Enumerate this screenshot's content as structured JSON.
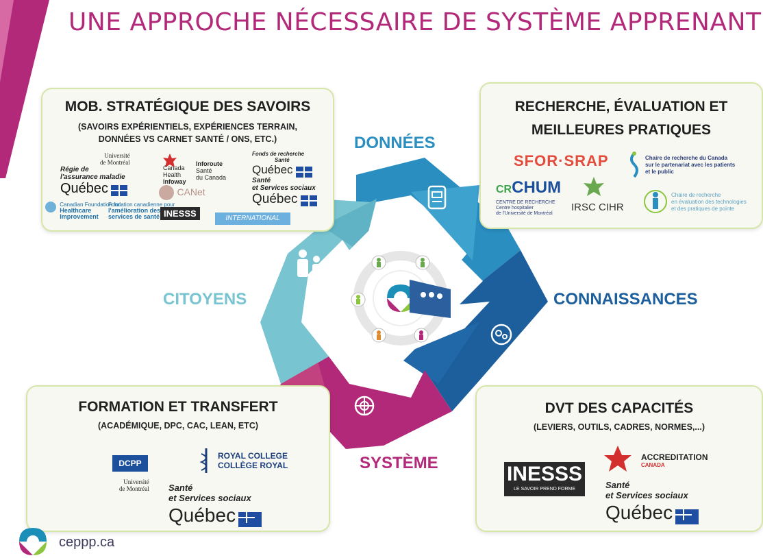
{
  "title": "UNE APPROCHE NÉCESSAIRE DE SYSTÈME APPRENANT",
  "colors": {
    "magenta": "#b3297a",
    "teal": "#62b6c6",
    "blue": "#1f77b4",
    "darkblue": "#1c5f9c",
    "green_border": "#d6e6a8"
  },
  "cycle": {
    "donnees": "DONNÉES",
    "connaissances": "CONNAISSANCES",
    "systeme": "SYSTÈME",
    "citoyens": "CITOYENS"
  },
  "panels": {
    "mob": {
      "heading": "MOB. STRATÉGIQUE DES SAVOIRS",
      "sub1": "(SAVOIRS EXPÉRIENTIELS, EXPÉRIENCES TERRAIN,",
      "sub2": "DONNÉES VS CARNET SANTÉ / ONS, ETC.)",
      "logos": {
        "udem1": "Université",
        "udem2": "de Montréal",
        "ramq1": "Régie de",
        "ramq2": "l'assurance maladie",
        "quebec": "Québec",
        "chi1": "Canada",
        "chi2": "Health",
        "chi3": "Infoway",
        "inf1": "Inforoute",
        "inf2": "Santé",
        "inf3": "du Canada",
        "frqs1": "Fonds de recherche",
        "frqs2": "Santé",
        "canet": "CANet",
        "msss1": "Santé",
        "msss2": "et Services sociaux",
        "cfhi1": "Canadian Foundation for",
        "cfhi2": "Healthcare",
        "cfhi3": "Improvement",
        "fcass1": "Fondation canadienne pour",
        "fcass2": "l'amélioration des",
        "fcass3": "services de santé",
        "inesss": "INESSS",
        "international": "INTERNATIONAL"
      }
    },
    "recherche": {
      "heading1": "RECHERCHE, ÉVALUATION ET",
      "heading2": "MEILLEURES PRATIQUES",
      "logos": {
        "sfor": "SFOR·SRAP",
        "chaire1_a": "Chaire de recherche du Canada",
        "chaire1_b": "sur le partenariat avec les patients",
        "chaire1_c": "et le public",
        "cr": "CR",
        "chum": "CHUM",
        "chum_sub1": "CENTRE DE RECHERCHE",
        "chum_sub2": "Centre hospitalier",
        "chum_sub3": "de l'Université de Montréal",
        "irsc": "IRSC",
        "cihr": "CIHR",
        "chaire2_a": "Chaire de recherche",
        "chaire2_b": "en évaluation des technologies",
        "chaire2_c": "et des pratiques de pointe"
      }
    },
    "formation": {
      "heading": "FORMATION ET TRANSFERT",
      "sub": "(ACADÉMIQUE, DPC, CAC, LEAN, ETC)",
      "logos": {
        "dcpp": "DCPP",
        "udem1": "Université",
        "udem2": "de Montréal",
        "rc1": "ROYAL COLLEGE",
        "rc2": "COLLÈGE ROYAL",
        "msss1": "Santé",
        "msss2": "et Services sociaux",
        "quebec": "Québec"
      }
    },
    "dvt": {
      "heading": "DVT DES CAPACITÉS",
      "sub": "(LEVIERS, OUTILS, CADRES, NORMES,...)",
      "logos": {
        "inesss": "INESSS",
        "inesss_sub": "LE SAVOIR PREND FORME",
        "accr1": "ACCREDITATION",
        "accr2": "CANADA",
        "msss1": "Santé",
        "msss2": "et Services sociaux",
        "quebec": "Québec"
      }
    }
  },
  "footer": {
    "site": "ceppp.ca"
  }
}
